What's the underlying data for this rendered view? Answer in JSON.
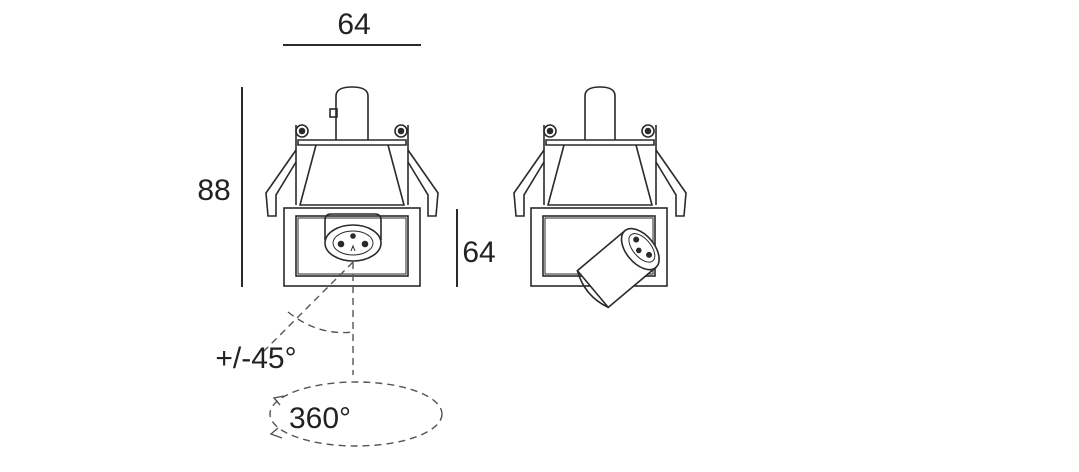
{
  "dimensions": {
    "width": "64",
    "height": "88",
    "bezel_depth": "64"
  },
  "annotations": {
    "tilt": "+/-45°",
    "rotation": "360°"
  },
  "colors": {
    "line": "#2a2a2a",
    "dashed": "#555555",
    "background": "#ffffff"
  }
}
